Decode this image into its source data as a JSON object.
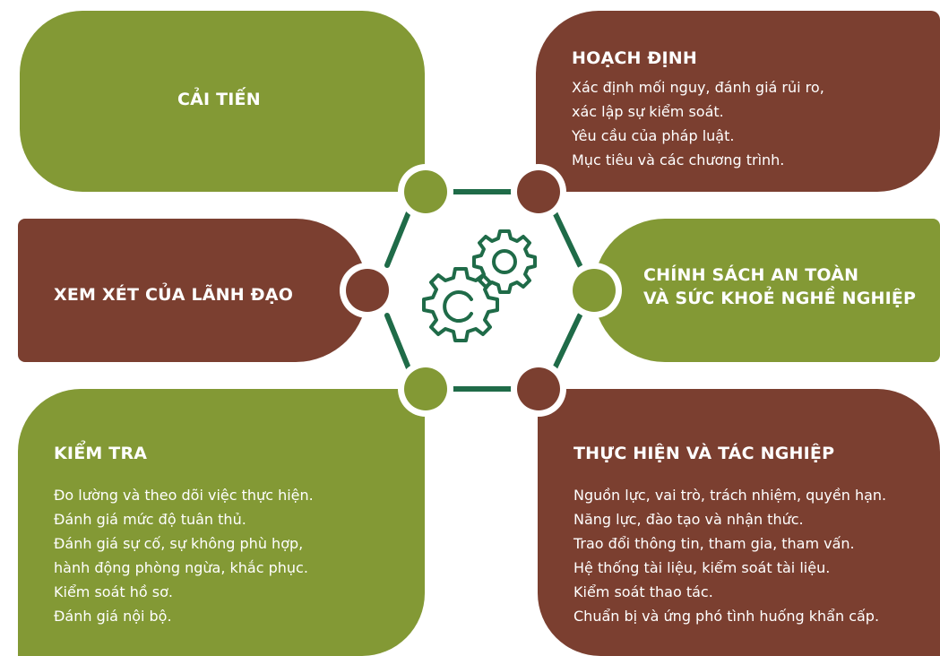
{
  "colors": {
    "green": "#839935",
    "brown": "#7b3f30",
    "dark_green": "#1f6b48"
  },
  "center": {
    "icon": "gears-icon"
  },
  "boxes": {
    "cai_tien": {
      "title": "CẢI TIẾN"
    },
    "hoach_dinh": {
      "title": "HOẠCH ĐỊNH",
      "lines": [
        "Xác định mối nguy, đánh giá rủi ro,",
        "xác lập sự kiểm soát.",
        "Yêu cầu của pháp luật.",
        "Mục tiêu và các chương trình."
      ]
    },
    "xem_xet": {
      "title": "XEM XÉT CỦA LÃNH ĐẠO"
    },
    "chinh_sach": {
      "title_line1": "CHÍNH SÁCH AN TOÀN",
      "title_line2": "VÀ SỨC KHOẺ NGHỀ NGHIỆP"
    },
    "kiem_tra": {
      "title": "KIỂM TRA",
      "lines": [
        "Đo lường và theo dõi việc thực hiện.",
        "Đánh giá mức độ tuân thủ.",
        "Đánh giá sự cố, sự không phù hợp,",
        "hành động phòng ngừa, khắc phục.",
        "Kiểm soát hồ sơ.",
        "Đánh giá nội bộ."
      ]
    },
    "thuc_hien": {
      "title": "THỰC HIỆN VÀ TÁC NGHIỆP",
      "lines": [
        "Nguồn lực, vai trò, trách nhiệm, quyền hạn.",
        "Năng lực, đào tạo và nhận thức.",
        "Trao đổi thông tin, tham gia, tham vấn.",
        "Hệ thống tài liệu, kiểm soát tài liệu.",
        "Kiểm soát thao tác.",
        "Chuẩn bị và ứng phó tình huống khẩn cấp."
      ]
    }
  }
}
